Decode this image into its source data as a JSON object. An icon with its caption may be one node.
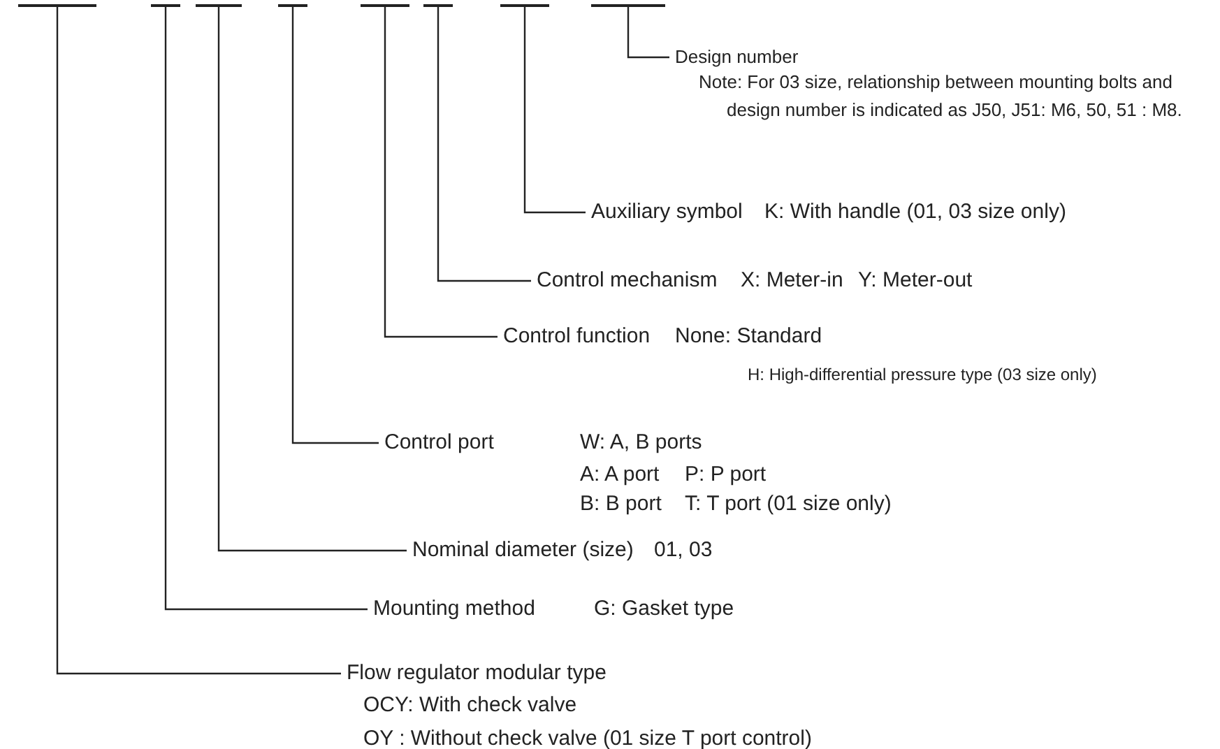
{
  "diagram": {
    "nodes": [
      {
        "text": [],
        "shape": "bar"
      },
      {
        "text": [],
        "shape": "bar"
      },
      {
        "text": [],
        "shape": "bar"
      },
      {
        "text": [],
        "shape": "bar"
      },
      {
        "text": [],
        "shape": "bar"
      },
      {
        "text": [],
        "shape": "bar"
      },
      {
        "text": [],
        "shape": "bar"
      },
      {
        "text": [],
        "shape": "bar"
      },
      {
        "text": [
          "Design number",
          "Note: For 03 size, relationship between mounting bolts and design number is indicated as J50, J51: M6, 50, 51 : M8."
        ]
      },
      {
        "text": [
          "Auxiliary symbol",
          "K: With handle (01, 03 size only)"
        ]
      },
      {
        "text": [
          "Control mechanism",
          "X: Meter-in",
          "Y: Meter-out"
        ]
      },
      {
        "text": [
          "Control function",
          "None: Standard",
          "H: High-differential pressure type (03 size only)"
        ]
      },
      {
        "text": [
          "Control port",
          "W: A, B ports",
          "A: A port",
          "P: P port",
          "B: B port",
          "T: T port (01 size only)"
        ]
      },
      {
        "text": [
          "Nominal diameter (size)",
          "01, 03"
        ]
      },
      {
        "text": [
          "Mounting method",
          "G: Gasket type"
        ]
      },
      {
        "text": [
          "Flow regulator modular type",
          "OCY: With check valve",
          "OY : Without check valve (01 size T port control)"
        ]
      }
    ],
    "edges": [
      {
        "from": 7,
        "to": 8,
        "arrow": "none"
      },
      {
        "from": 6,
        "to": 9,
        "arrow": "none"
      },
      {
        "from": 5,
        "to": 10,
        "arrow": "none"
      },
      {
        "from": 4,
        "to": 11,
        "arrow": "none"
      },
      {
        "from": 3,
        "to": 12,
        "arrow": "none"
      },
      {
        "from": 2,
        "to": 13,
        "arrow": "none"
      },
      {
        "from": 1,
        "to": 14,
        "arrow": "none"
      },
      {
        "from": 0,
        "to": 15,
        "arrow": "none"
      }
    ]
  }
}
